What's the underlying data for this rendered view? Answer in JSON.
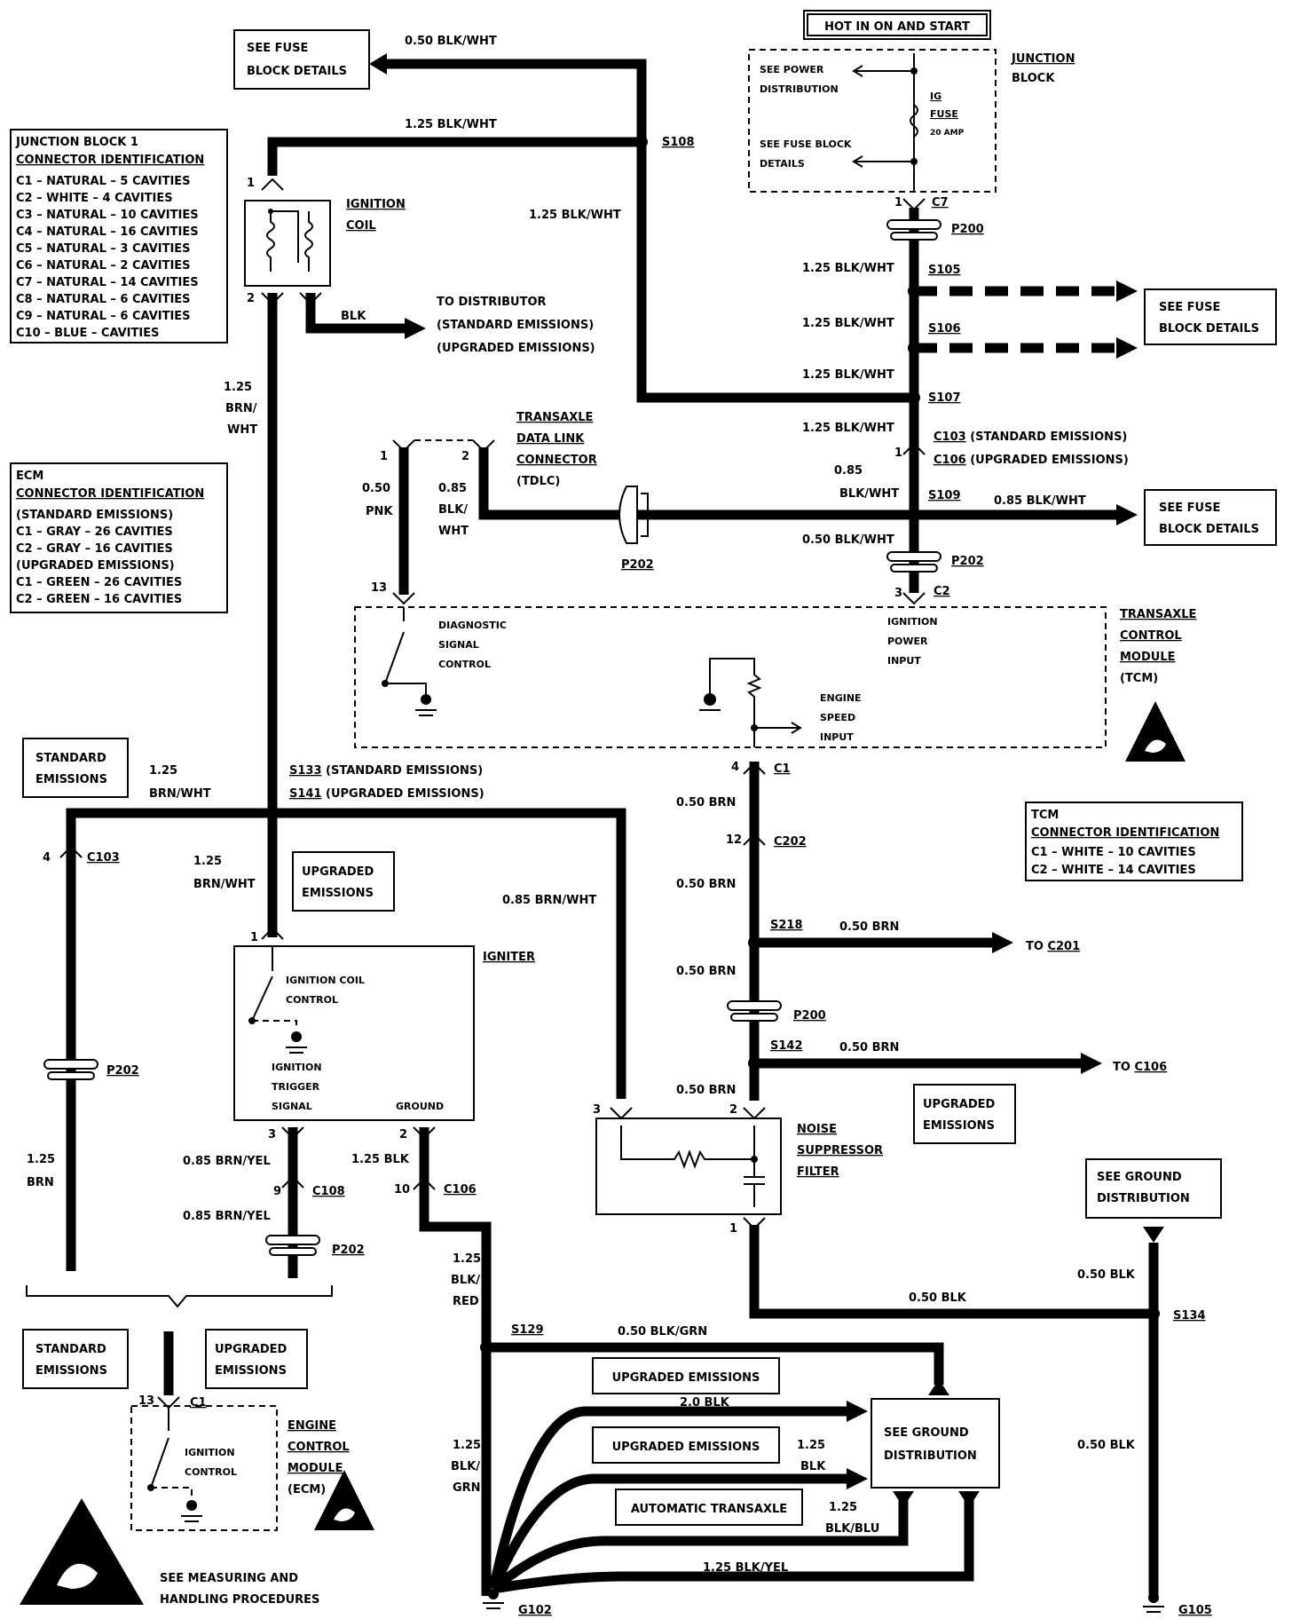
{
  "hot_label": "HOT IN ON AND START",
  "junction_block": {
    "title1": "JUNCTION",
    "title2": "BLOCK",
    "see_power_1": "SEE POWER",
    "see_power_2": "DISTRIBUTION",
    "see_fuse_1": "SEE FUSE BLOCK",
    "see_fuse_2": "DETAILS",
    "fuse_1": "IG",
    "fuse_2": "FUSE",
    "fuse_3": "20 AMP"
  },
  "jb1_table": {
    "title1": "JUNCTION BLOCK 1",
    "title2": "CONNECTOR IDENTIFICATION",
    "rows": [
      "C1 – NATURAL – 5 CAVITIES",
      "C2 – WHITE – 4 CAVITIES",
      "C3 – NATURAL – 10 CAVITIES",
      "C4 – NATURAL – 16 CAVITIES",
      "C5 – NATURAL – 3 CAVITIES",
      "C6 – NATURAL – 2 CAVITIES",
      "C7 – NATURAL – 14 CAVITIES",
      "C8 – NATURAL – 6 CAVITIES",
      "C9 – NATURAL – 6 CAVITIES",
      "C10 – BLUE – CAVITIES"
    ]
  },
  "ecm_table": {
    "title1": "ECM",
    "title2": "CONNECTOR IDENTIFICATION",
    "rows": [
      "(STANDARD EMISSIONS)",
      "C1 – GRAY – 26 CAVITIES",
      "C2 – GRAY – 16 CAVITIES",
      "(UPGRADED EMISSIONS)",
      "C1 – GREEN – 26 CAVITIES",
      "C2 – GREEN – 16 CAVITIES"
    ]
  },
  "tcm_table": {
    "title1": "TCM",
    "title2": "CONNECTOR IDENTIFICATION",
    "rows": [
      "C1 – WHITE – 10 CAVITIES",
      "C2 – WHITE – 14 CAVITIES"
    ]
  },
  "see_fuse_1": "SEE FUSE",
  "see_fuse_2": "BLOCK DETAILS",
  "wires": {
    "w050blkwht": "0.50 BLK/WHT",
    "w125blkwht": "1.25 BLK/WHT",
    "w085blkwht": "0.85 BLK/WHT",
    "w085_1": "0.85",
    "w085blk": "BLK/WHT",
    "w125": "1.25",
    "brn": "BRN/",
    "wht": "WHT",
    "blk": "BLK",
    "w050": "0.50",
    "pnk": "PNK",
    "w085": "0.85",
    "blkslash": "BLK/",
    "wht2": "WHT",
    "w125brnwht": "BRN/WHT",
    "w085brnwht": "0.85 BRN/WHT",
    "w050brn": "0.50 BRN",
    "w085brnyel": "0.85 BRN/YEL",
    "w125blk": "1.25 BLK",
    "w125brn": "BRN",
    "red": "RED",
    "grn": "GRN",
    "w050blkgrn": "0.50 BLK/GRN",
    "w20blk": "2.0 BLK",
    "w050blk": "0.50 BLK",
    "blu": "BLK/BLU",
    "w125blkyel": "1.25 BLK/YEL"
  },
  "splices": {
    "s108": "S108",
    "s105": "S105",
    "s106": "S106",
    "s107": "S107",
    "s109": "S109",
    "s133": "S133",
    "s133_note": "(STANDARD EMISSIONS)",
    "s141": "S141",
    "s141_note": "(UPGRADED EMISSIONS)",
    "s218": "S218",
    "s142": "S142",
    "s129": "S129",
    "s134": "S134"
  },
  "connectors": {
    "c7": "C7",
    "p200": "P200",
    "p202": "P202",
    "c2": "C2",
    "c103": "C103",
    "c103_note": "(STANDARD EMISSIONS)",
    "c106": "C106",
    "c106_note": "(UPGRADED EMISSIONS)",
    "c1": "C1",
    "c202": "C202",
    "c108": "C108",
    "g102": "G102",
    "g105": "G105"
  },
  "pins": {
    "p1": "1",
    "p2": "2",
    "p3": "3",
    "p4": "4",
    "p9": "9",
    "p10": "10",
    "p12": "12",
    "p13": "13"
  },
  "ignition_coil": {
    "l1": "IGNITION",
    "l2": "COIL"
  },
  "to_distributor": {
    "l1": "TO DISTRIBUTOR",
    "l2": "(STANDARD EMISSIONS)",
    "l3": "(UPGRADED EMISSIONS)"
  },
  "tdlc": {
    "l1": "TRANSAXLE",
    "l2": "DATA LINK",
    "l3": "CONNECTOR",
    "l4": "(TDLC)"
  },
  "tcm": {
    "l1": "TRANSAXLE",
    "l2": "CONTROL",
    "l3": "MODULE",
    "l4": "(TCM)",
    "diag1": "DIAGNOSTIC",
    "diag2": "SIGNAL",
    "diag3": "CONTROL",
    "ign1": "IGNITION",
    "ign2": "POWER",
    "ign3": "INPUT",
    "eng1": "ENGINE",
    "eng2": "SPEED",
    "eng3": "INPUT"
  },
  "emissions": {
    "standard1": "STANDARD",
    "standard2": "EMISSIONS",
    "upgraded1": "UPGRADED",
    "upgraded2": "EMISSIONS",
    "upgraded_one": "UPGRADED EMISSIONS",
    "auto_trans": "AUTOMATIC TRANSAXLE"
  },
  "igniter": {
    "title": "IGNITER",
    "ctl1": "IGNITION COIL",
    "ctl2": "CONTROL",
    "trg1": "IGNITION",
    "trg2": "TRIGGER",
    "trg3": "SIGNAL",
    "ground": "GROUND"
  },
  "noise": {
    "l1": "NOISE",
    "l2": "SUPPRESSOR",
    "l3": "FILTER"
  },
  "to": {
    "c201": "C201",
    "c106": "C106",
    "to": "TO"
  },
  "ground_dist": {
    "l1": "SEE GROUND",
    "l2": "DISTRIBUTION"
  },
  "ecm": {
    "l1": "ENGINE",
    "l2": "CONTROL",
    "l3": "MODULE",
    "l4": "(ECM)",
    "ign1": "IGNITION",
    "ign2": "CONTROL"
  },
  "measuring": {
    "l1": "SEE MEASURING AND",
    "l2": "HANDLING PROCEDURES"
  }
}
